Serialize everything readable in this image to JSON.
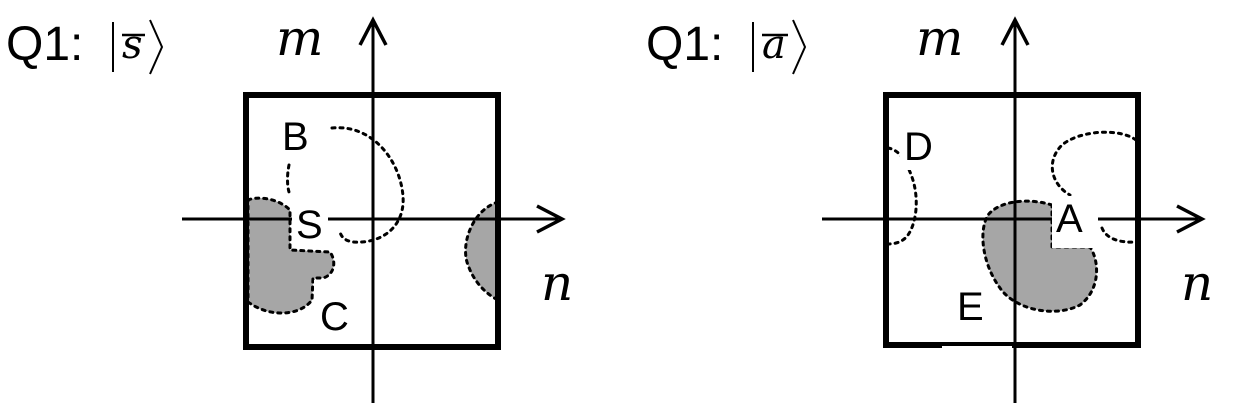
{
  "panels": [
    {
      "title": "Q1: ",
      "ket_symbol": "s",
      "y_axis": "m",
      "x_axis": "n",
      "labels": {
        "B": "B",
        "S": "S",
        "C": "C"
      }
    },
    {
      "title": "Q1: ",
      "ket_symbol": "a",
      "y_axis": "m",
      "x_axis": "n",
      "labels": {
        "D": "D",
        "A": "A",
        "E": "E"
      }
    }
  ],
  "colors": {
    "stroke": "#000000",
    "fill": "#a6a6a6",
    "background": "#ffffff"
  }
}
